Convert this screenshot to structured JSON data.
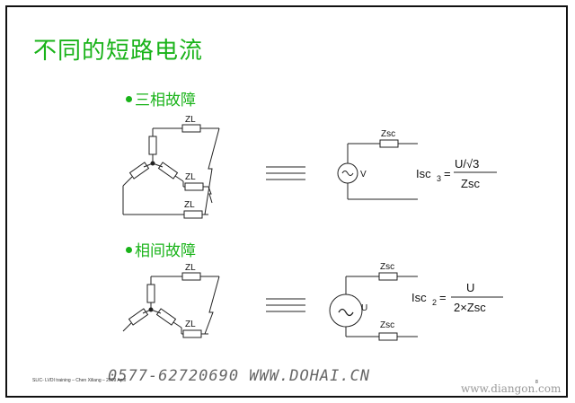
{
  "slide": {
    "title": "不同的短路电流",
    "sections": [
      {
        "bullet": "三相故障",
        "labels": {
          "zl_top": "ZL",
          "zl_mid": "ZL",
          "zl_bot": "ZL",
          "zsc": "Zsc",
          "source_v": "V"
        },
        "formula": {
          "lhs": "Isc",
          "sub": "3",
          "numerator": "U/√3",
          "denominator": "Zsc"
        }
      },
      {
        "bullet": "相间故障",
        "labels": {
          "zl_top": "ZL",
          "zl_bot": "ZL",
          "zsc_top": "Zsc",
          "zsc_bot": "Zsc",
          "source_v": "U"
        },
        "formula": {
          "lhs": "Isc",
          "sub": "2",
          "numerator": "U",
          "denominator": "2×Zsc"
        }
      }
    ],
    "footer": "SLIC- LVDI training – Chen Xiliang – 2009 April",
    "page_number": "8"
  },
  "watermarks": {
    "handwritten": "0577-62720690   WWW.DOHAI.CN",
    "site": "www.diangon.com"
  },
  "colors": {
    "accent": "#19b319",
    "line": "#222222"
  }
}
